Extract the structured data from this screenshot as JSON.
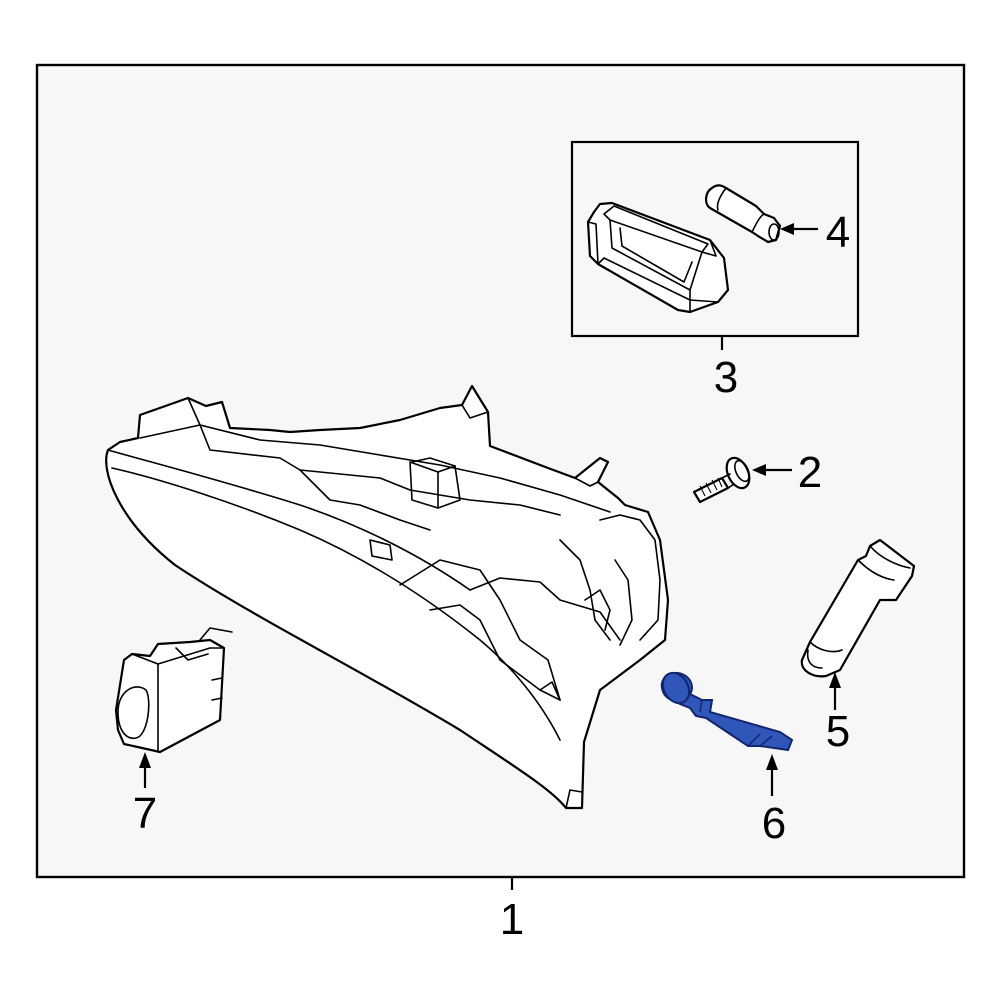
{
  "callouts": {
    "c1": "1",
    "c2": "2",
    "c3": "3",
    "c4": "4",
    "c5": "5",
    "c6": "6",
    "c7": "7"
  },
  "colors": {
    "background": "#ffffff",
    "panel": "#f7f7f7",
    "line": "#000000",
    "highlight_fill": "#2f56b8",
    "highlight_stroke": "#12266e"
  },
  "highlighted_part": "6"
}
